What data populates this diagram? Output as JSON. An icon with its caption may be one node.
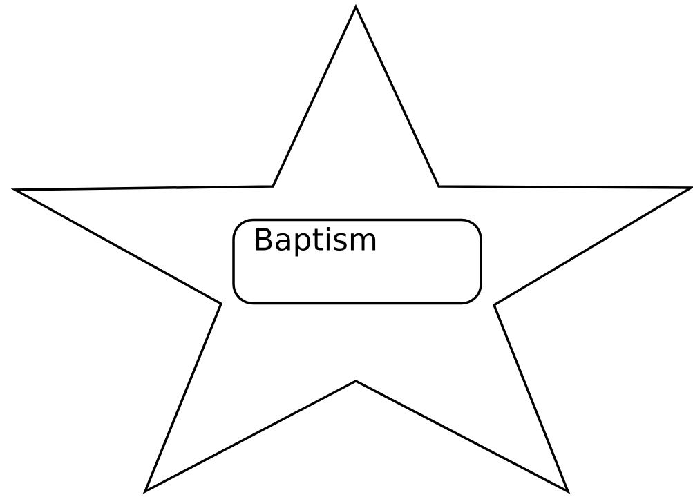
{
  "diagram": {
    "nodes": [
      {
        "text": [],
        "shape": "star"
      },
      {
        "text": [
          "Baptism"
        ],
        "in": 0
      }
    ]
  }
}
